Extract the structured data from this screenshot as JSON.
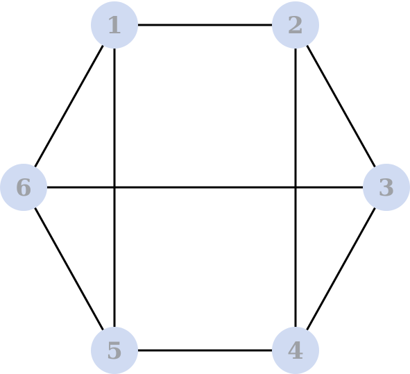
{
  "graph": {
    "node_color": "#d0dbf2",
    "label_color": "#9ea1a6",
    "edge_color": "#000000",
    "nodes": [
      {
        "id": "1",
        "label": "1"
      },
      {
        "id": "2",
        "label": "2"
      },
      {
        "id": "3",
        "label": "3"
      },
      {
        "id": "4",
        "label": "4"
      },
      {
        "id": "5",
        "label": "5"
      },
      {
        "id": "6",
        "label": "6"
      }
    ],
    "edges": [
      [
        "1",
        "2"
      ],
      [
        "2",
        "3"
      ],
      [
        "3",
        "4"
      ],
      [
        "4",
        "5"
      ],
      [
        "5",
        "6"
      ],
      [
        "6",
        "1"
      ],
      [
        "1",
        "5"
      ],
      [
        "2",
        "4"
      ],
      [
        "6",
        "3"
      ]
    ]
  }
}
